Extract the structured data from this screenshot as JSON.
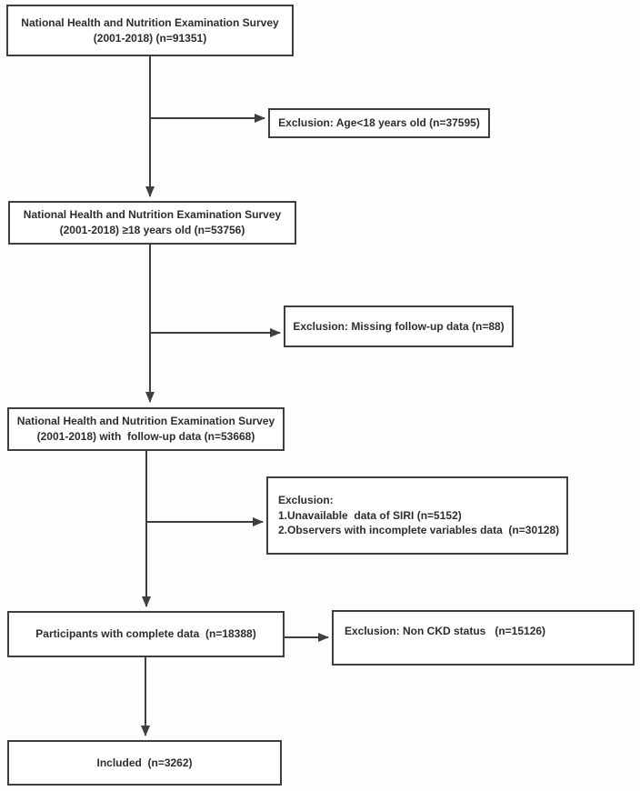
{
  "colors": {
    "background": "#fdfdfd",
    "box_fill": "#ffffff",
    "box_border": "#3f3f3f",
    "line_color": "#3f3f3f",
    "text_color": "#2d2d2d"
  },
  "flowchart": {
    "nodes": {
      "nhanes_total": {
        "line1": "National Health and Nutrition Examination Survey",
        "line2": "(2001-2018) (n=91351)"
      },
      "exclusion_age": {
        "text": "Exclusion: Age<18 years old (n=37595)"
      },
      "nhanes_adults": {
        "line1": "National Health and Nutrition Examination Survey",
        "line2": "(2001-2018) ≥18 years old (n=53756)"
      },
      "exclusion_followup": {
        "text": "Exclusion: Missing follow-up data (n=88)"
      },
      "nhanes_followup": {
        "line1": "National Health and Nutrition Examination Survey",
        "line2": "(2001-2018) with  follow-up data (n=53668)"
      },
      "exclusion_siri": {
        "line1": "Exclusion:",
        "line2": "1.Unavailable  data of SIRI (n=5152)",
        "line3": "2.Observers with incomplete variables data  (n=30128)"
      },
      "participants_complete": {
        "text": "Participants with complete data  (n=18388)"
      },
      "exclusion_non_ckd": {
        "text": "Exclusion: Non CKD status   (n=15126)"
      },
      "included": {
        "text": "Included  (n=3262)"
      }
    },
    "edges": [
      {
        "from": "nhanes_total",
        "to": "exclusion_age",
        "type": "exclusion-branch"
      },
      {
        "from": "nhanes_total",
        "to": "nhanes_adults",
        "type": "main-flow"
      },
      {
        "from": "nhanes_adults",
        "to": "exclusion_followup",
        "type": "exclusion-branch"
      },
      {
        "from": "nhanes_adults",
        "to": "nhanes_followup",
        "type": "main-flow"
      },
      {
        "from": "nhanes_followup",
        "to": "exclusion_siri",
        "type": "exclusion-branch"
      },
      {
        "from": "nhanes_followup",
        "to": "participants_complete",
        "type": "main-flow"
      },
      {
        "from": "participants_complete",
        "to": "exclusion_non_ckd",
        "type": "exclusion-branch"
      },
      {
        "from": "participants_complete",
        "to": "included",
        "type": "main-flow"
      }
    ]
  }
}
